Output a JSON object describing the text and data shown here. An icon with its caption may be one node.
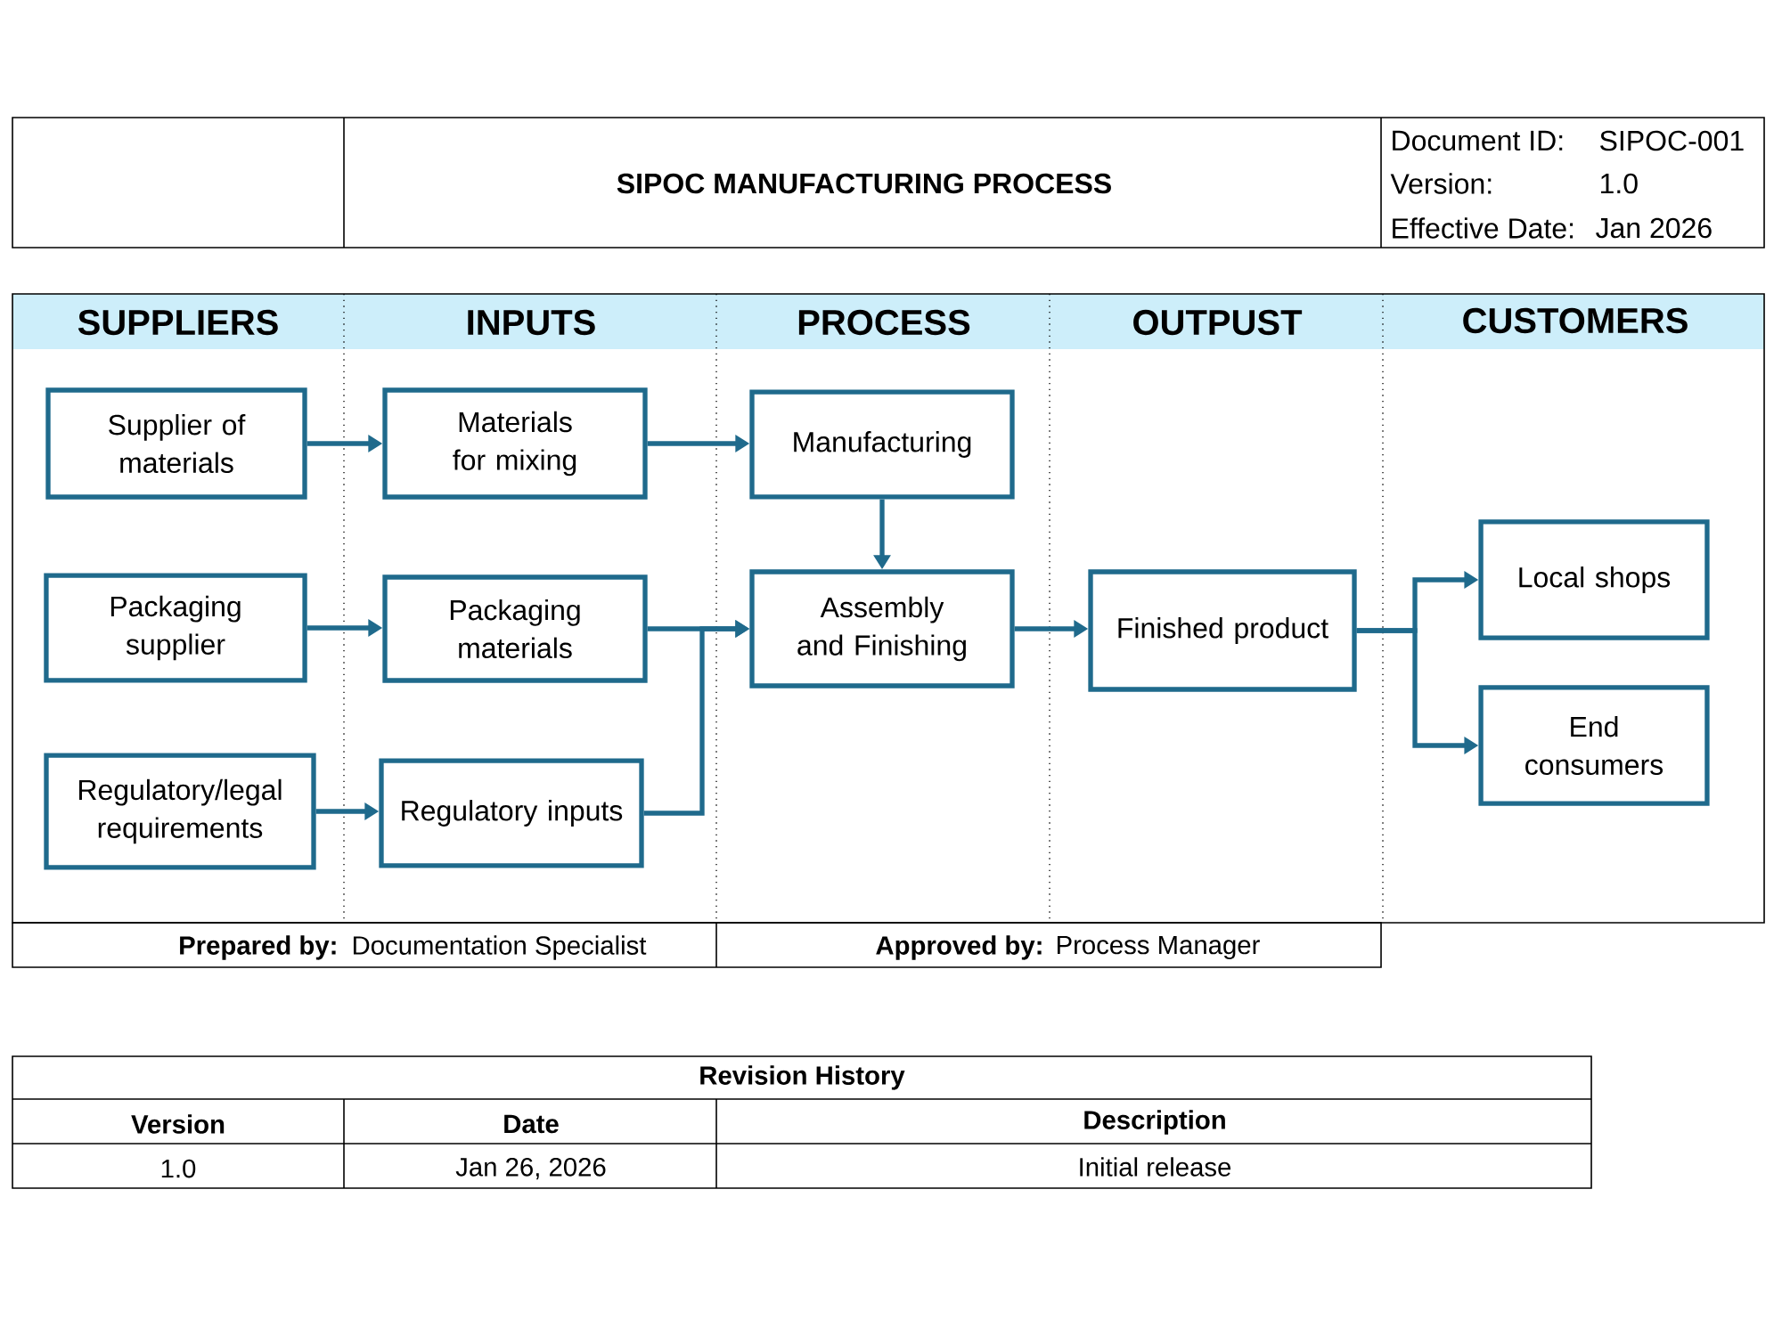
{
  "diagram": {
    "title": "SIPOC MANUFACTURING PROCESS",
    "nodes": [
      {
        "text": [
          "Supplier of materials"
        ]
      },
      {
        "text": [
          "Materials for mixing"
        ]
      },
      {
        "text": [
          "Manufacturing"
        ]
      },
      {
        "text": [
          "Packaging supplier"
        ]
      },
      {
        "text": [
          "Packaging materials"
        ]
      },
      {
        "text": [
          "Assembly and Finishing"
        ]
      },
      {
        "text": [
          "Finished product"
        ]
      },
      {
        "text": [
          "Local shops"
        ]
      },
      {
        "text": [
          "Regulatory/legal requirements"
        ]
      },
      {
        "text": [
          "Regulatory inputs"
        ]
      },
      {
        "text": [
          "End consumers"
        ]
      }
    ],
    "edges": [
      {
        "from": 0,
        "to": 1,
        "arrow": "to"
      },
      {
        "from": 1,
        "to": 2,
        "arrow": "to"
      },
      {
        "from": 2,
        "to": 5,
        "arrow": "to"
      },
      {
        "from": 3,
        "to": 4,
        "arrow": "to"
      },
      {
        "from": 4,
        "to": 5,
        "arrow": "to"
      },
      {
        "from": 8,
        "to": 9,
        "arrow": "to"
      },
      {
        "from": 9,
        "to": 5,
        "arrow": "to"
      },
      {
        "from": 5,
        "to": 6,
        "arrow": "to"
      },
      {
        "from": 6,
        "to": 7,
        "arrow": "to"
      },
      {
        "from": 6,
        "to": 10,
        "arrow": "to"
      }
    ],
    "labels": [
      "Document ID:",
      "SIPOC-001",
      "Version:",
      "1.0",
      "Effective Date:",
      "Jan 2026",
      "SUPPLIERS",
      "INPUTS",
      "PROCESS",
      "OUTPUST",
      "CUSTOMERS",
      "Prepared by:",
      "Documentation Specialist",
      "Approved by:",
      "Process Manager",
      "Revision History",
      "Version",
      "Date",
      "Description",
      "1.0",
      "Jan 26, 2026",
      "Initial release"
    ]
  }
}
